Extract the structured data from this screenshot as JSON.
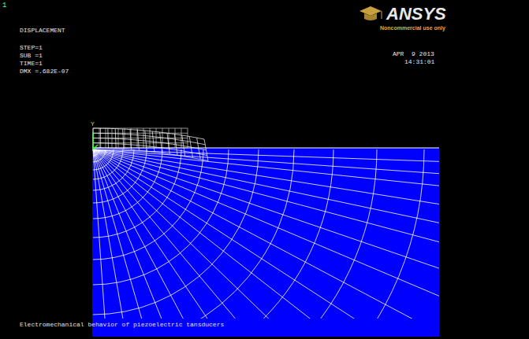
{
  "diagram": {
    "caption": "Electromechanical behavior of piezoelectric tansducers",
    "labels": [
      "1",
      "DISPLACEMENT",
      "STEP=1",
      "SUB =1",
      "TIME=1",
      "DMX =.682E-07",
      "ANSYS",
      "Noncommercial use only",
      "APR  9 2013",
      "14:31:01",
      "Y"
    ]
  }
}
